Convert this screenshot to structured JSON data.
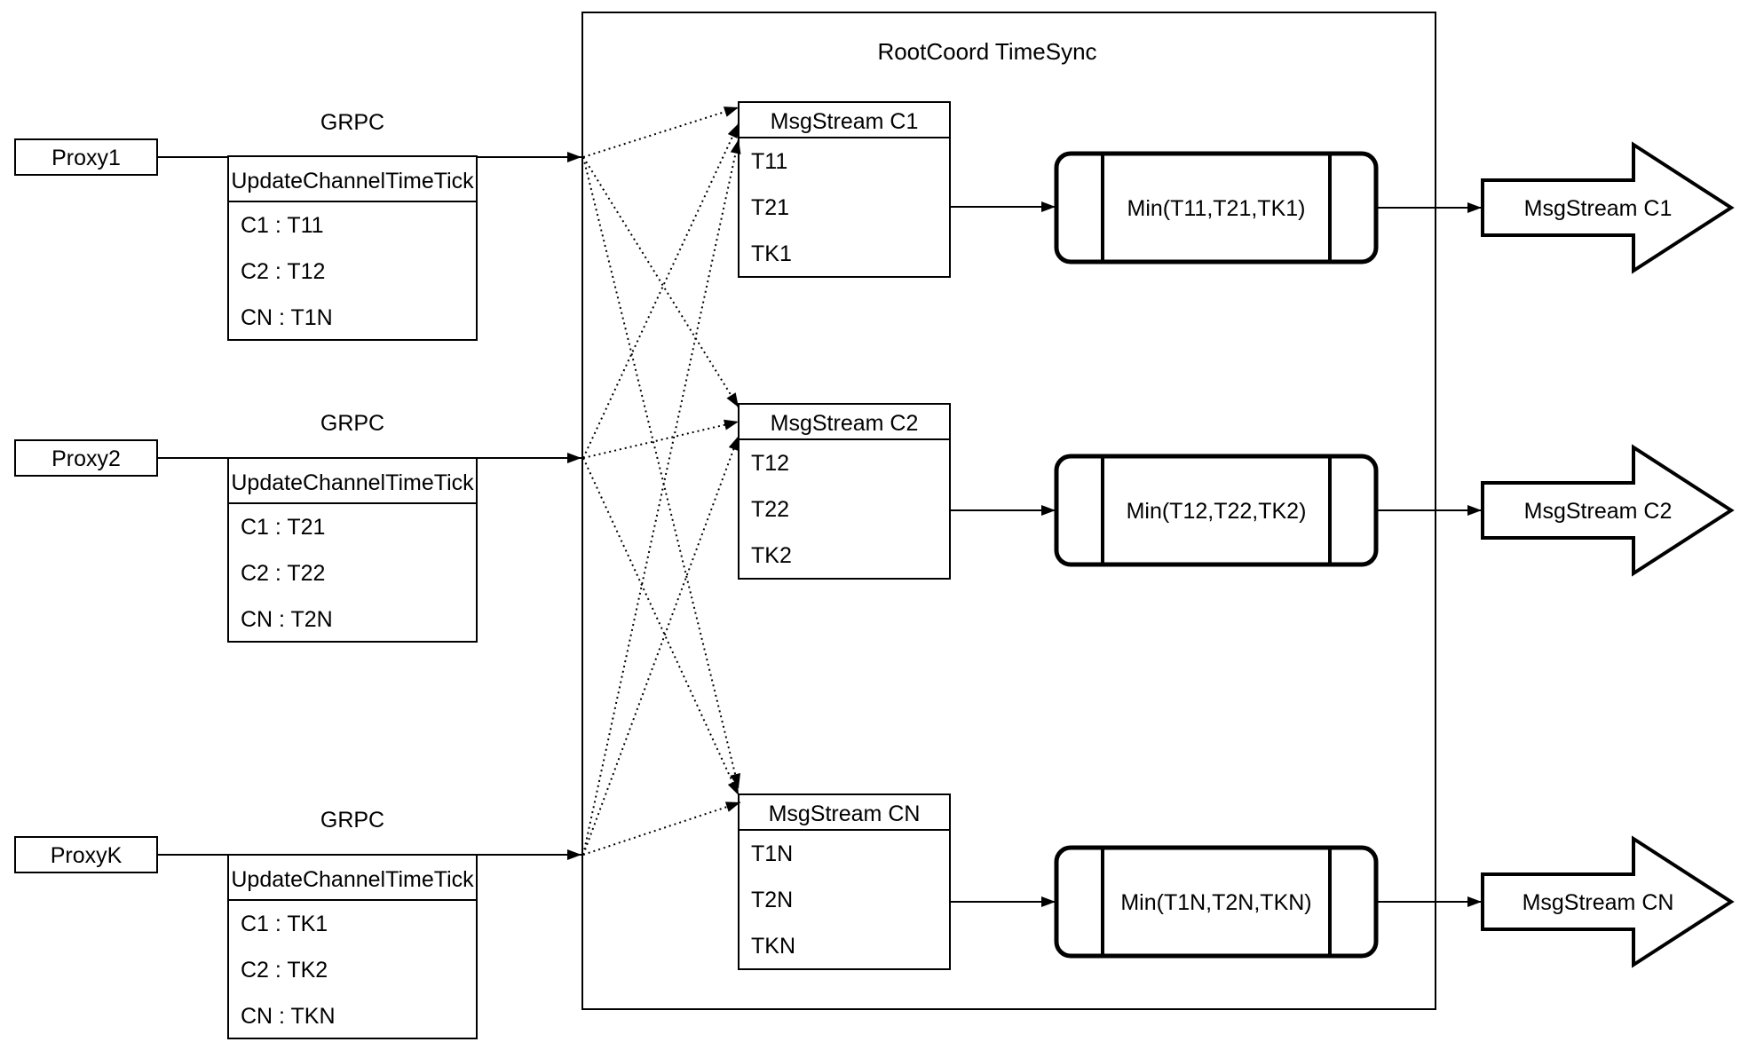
{
  "diagram": {
    "title": "RootCoord TimeSync",
    "grpc_label": "GRPC",
    "colors": {
      "stroke": "#000000",
      "background": "#ffffff"
    },
    "proxies": [
      {
        "name": "Proxy1",
        "table_header": "UpdateChannelTimeTick",
        "rows": [
          "C1 :  T11",
          "C2 :  T12",
          "CN : T1N"
        ]
      },
      {
        "name": "Proxy2",
        "table_header": "UpdateChannelTimeTick",
        "rows": [
          "C1 :  T21",
          "C2 :  T22",
          "CN : T2N"
        ]
      },
      {
        "name": "ProxyK",
        "table_header": "UpdateChannelTimeTick",
        "rows": [
          "C1 :  TK1",
          "C2 :  TK2",
          "CN : TKN"
        ]
      }
    ],
    "msgstreams": [
      {
        "header": "MsgStream C1",
        "rows": [
          "T11",
          "T21",
          "TK1"
        ],
        "min_label": "Min(T11,T21,TK1)",
        "output_arrow": "MsgStream C1"
      },
      {
        "header": "MsgStream C2",
        "rows": [
          "T12",
          "T22",
          "TK2"
        ],
        "min_label": "Min(T12,T22,TK2)",
        "output_arrow": "MsgStream C2"
      },
      {
        "header": "MsgStream CN",
        "rows": [
          "T1N",
          "T2N",
          "TKN"
        ],
        "min_label": "Min(T1N,T2N,TKN)",
        "output_arrow": "MsgStream CN"
      }
    ]
  }
}
